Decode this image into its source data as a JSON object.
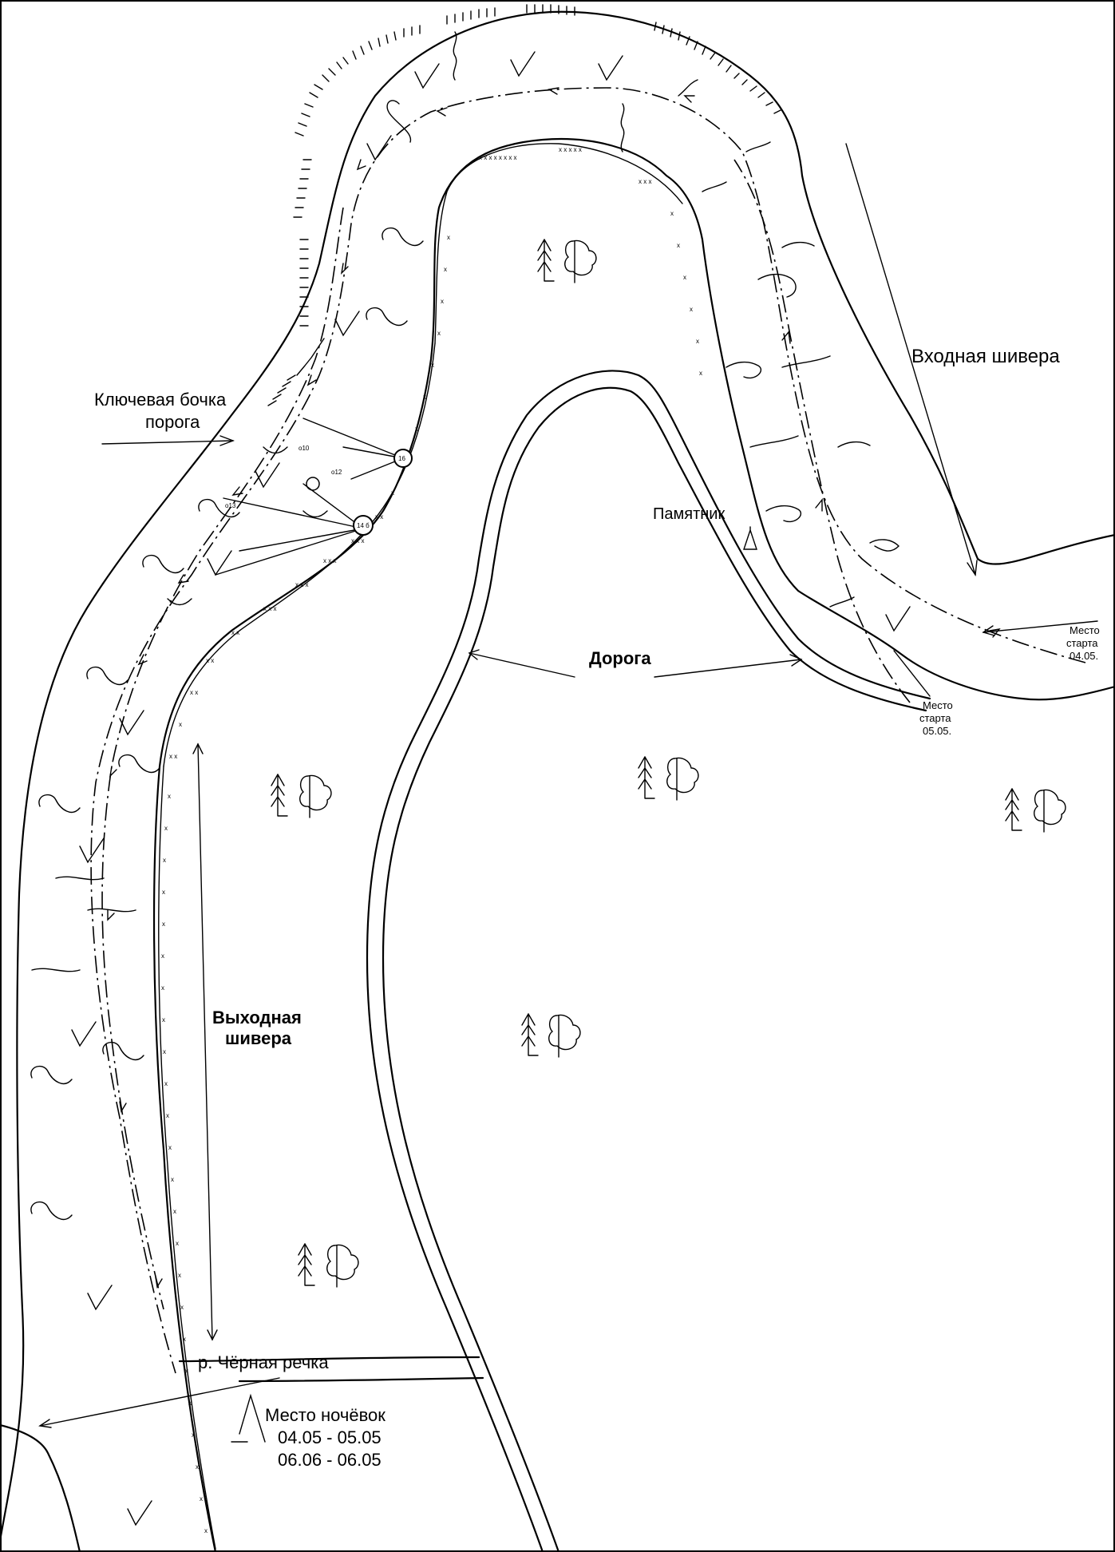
{
  "labels": {
    "entry_rapid": "Входная шивера",
    "key_barrel_line1": "Ключевая бочка",
    "key_barrel_line2": "порога",
    "monument": "Памятник",
    "road": "Дорога",
    "start_0405_line1": "Место",
    "start_0405_line2": "старта",
    "start_0405_line3": "04.05.",
    "start_0505_line1": "Место",
    "start_0505_line2": "старта",
    "start_0505_line3": "05.05.",
    "exit_rapid_line1": "Выходная",
    "exit_rapid_line2": "шивера",
    "creek": "р. Чёрная речка",
    "camp_line1": "Место ночёвок",
    "camp_line2": "04.05 - 05.05",
    "camp_line3": "06.06 - 06.05"
  },
  "safety_points": {
    "p16": "16",
    "p14": "14 б",
    "p13": "о13",
    "p12": "о12",
    "p10": "о10"
  },
  "icons": {
    "tree": "conifer-tree-icon",
    "deciduous": "deciduous-tree-icon",
    "monument": "monument-icon",
    "camp": "tent-icon"
  }
}
